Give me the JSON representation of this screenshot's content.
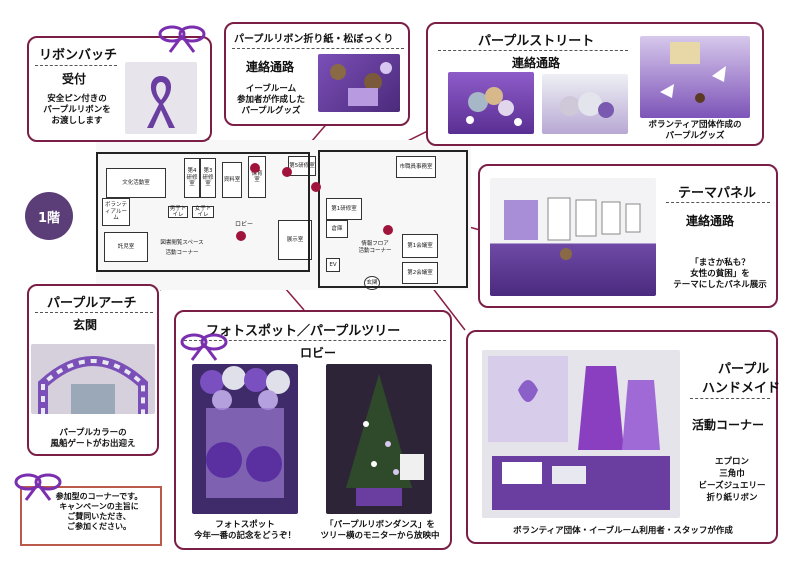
{
  "floor_badge": "1階",
  "ribbon_badge": {
    "title": "リボンバッチ",
    "location": "受付",
    "description": [
      "安全ピン付きの",
      "パープルリボンを",
      "お渡しします"
    ]
  },
  "origami": {
    "title": "パープルリボン折り紙・松ぼっくり",
    "location": "連絡通路",
    "description": [
      "イーブルーム",
      "参加者が作成した",
      "パープルグッズ"
    ]
  },
  "purple_street": {
    "title": "パープルストリート",
    "location": "連絡通路",
    "caption": [
      "ボランティア団体作成の",
      "パープルグッズ"
    ]
  },
  "theme_panel": {
    "title": "テーマパネル",
    "location": "連絡通路",
    "description": [
      "「まさか私も？",
      "女性の貧困」を",
      "テーマにしたパネル展示"
    ]
  },
  "purple_arch": {
    "title": "パープルアーチ",
    "location": "玄関",
    "description": [
      "パープルカラーの",
      "風船ゲートがお出迎え"
    ]
  },
  "photo_spot": {
    "title": "フォトスポット／パープルツリー",
    "location": "ロビー",
    "caption_left": [
      "フォトスポット",
      "今年一番の記念をどうぞ！"
    ],
    "caption_right": [
      "「パープルリボンダンス」を",
      "ツリー横のモニターから放映中"
    ]
  },
  "handmade": {
    "title": [
      "パープル",
      "ハンドメイド"
    ],
    "location": "活動コーナー",
    "items": [
      "エプロン",
      "三角巾",
      "ビーズジュエリー",
      "折り紙リボン"
    ],
    "caption": "ボランティア団体・イーブルーム利用者・スタッフが作成"
  },
  "note": [
    "参加型のコーナーです。",
    "キャンペーンの主旨に",
    "ご賛同いただき、",
    "ご参加ください。"
  ],
  "floor_map": {
    "rooms": [
      "文化活動室",
      "第4研修室",
      "第3研修室",
      "資料室",
      "保育室",
      "第5研修室",
      "市職員事務室",
      "ボランティアルーム",
      "男子トイレ",
      "女子トイレ",
      "ロビー",
      "図書閲覧スペース",
      "活動コーナー",
      "託児室",
      "展示室",
      "第1研修室",
      "倉庫",
      "情報フロア",
      "活動コーナー",
      "第1会議室",
      "第2会議室",
      "EV",
      "玄関"
    ]
  },
  "colors": {
    "border": "#7b1e45",
    "accent": "#a0143c",
    "badge": "#5b3d78",
    "purple": "#6a3ea1"
  }
}
